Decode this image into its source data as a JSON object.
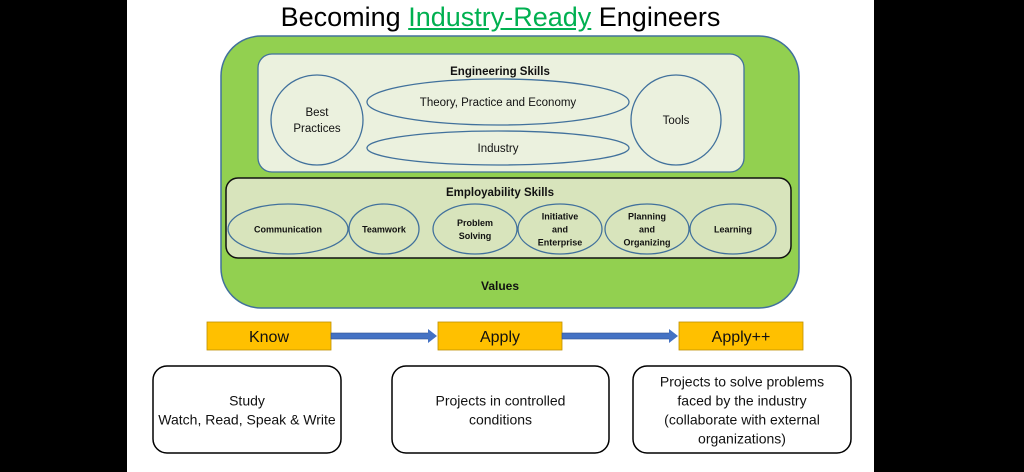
{
  "title": {
    "prefix": "Becoming ",
    "highlight": "Industry-Ready",
    "suffix": " Engineers",
    "highlight_color": "#00b050"
  },
  "values_box": {
    "label": "Values",
    "fill": "#92d050",
    "border": "#41719c"
  },
  "engineering_skills": {
    "heading": "Engineering Skills",
    "fill": "#ebf1de",
    "items": {
      "best_practices": [
        "Best",
        "Practices"
      ],
      "theory": "Theory, Practice and Economy",
      "industry": "Industry",
      "tools": "Tools"
    }
  },
  "employability_skills": {
    "heading": "Employability Skills",
    "fill": "#d8e4bc",
    "items": [
      {
        "lines": [
          "Communication"
        ]
      },
      {
        "lines": [
          "Teamwork"
        ]
      },
      {
        "lines": [
          "Problem",
          "Solving"
        ]
      },
      {
        "lines": [
          "Initiative",
          "and",
          "Enterprise"
        ]
      },
      {
        "lines": [
          "Planning",
          "and",
          "Organizing"
        ]
      },
      {
        "lines": [
          "Learning"
        ]
      }
    ]
  },
  "stages": {
    "fill": "#ffc000",
    "arrow_color": "#4472c4",
    "items": [
      {
        "label": "Know",
        "description": [
          "Study",
          "Watch, Read, Speak & Write"
        ]
      },
      {
        "label": "Apply",
        "description": [
          "Projects in controlled",
          "conditions"
        ]
      },
      {
        "label": "Apply++",
        "description": [
          "Projects to solve problems",
          "faced by the industry",
          "(collaborate with external",
          "organizations)"
        ]
      }
    ]
  }
}
